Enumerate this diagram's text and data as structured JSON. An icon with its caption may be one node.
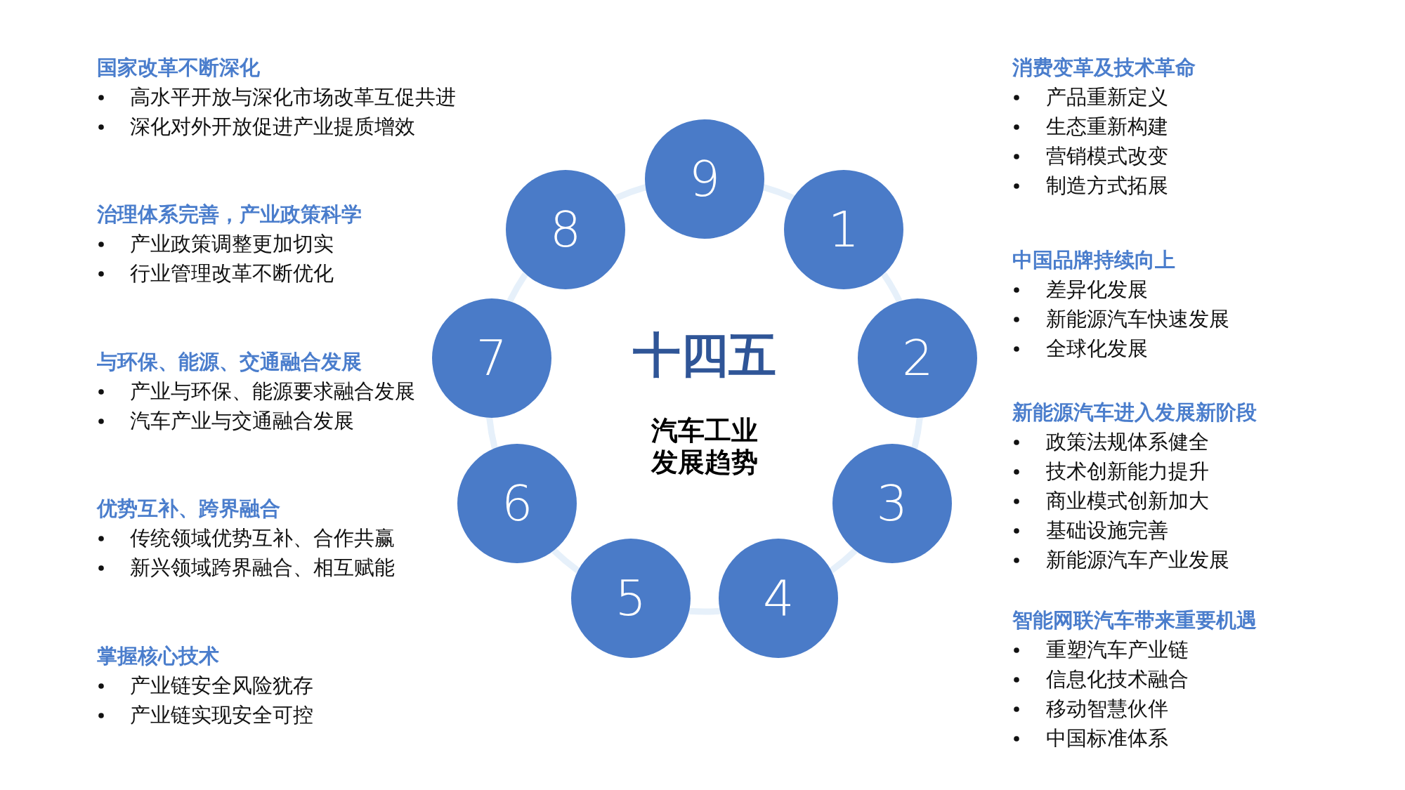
{
  "diagram": {
    "nodes": [
      {
        "text": [
          "1"
        ]
      },
      {
        "text": [
          "2"
        ]
      },
      {
        "text": [
          "3"
        ]
      },
      {
        "text": [
          "4"
        ]
      },
      {
        "text": [
          "5"
        ]
      },
      {
        "text": [
          "6"
        ]
      },
      {
        "text": [
          "7"
        ]
      },
      {
        "text": [
          "8"
        ]
      },
      {
        "text": [
          "9"
        ]
      }
    ],
    "edges": [
      {
        "from": 8,
        "to": 0,
        "arrow": "none"
      },
      {
        "from": 0,
        "to": 1,
        "arrow": "none"
      },
      {
        "from": 1,
        "to": 2,
        "arrow": "none"
      },
      {
        "from": 2,
        "to": 3,
        "arrow": "none"
      },
      {
        "from": 3,
        "to": 4,
        "arrow": "none"
      },
      {
        "from": 4,
        "to": 5,
        "arrow": "none"
      },
      {
        "from": 5,
        "to": 6,
        "arrow": "none"
      },
      {
        "from": 6,
        "to": 7,
        "arrow": "none"
      },
      {
        "from": 7,
        "to": 8,
        "arrow": "none"
      }
    ],
    "labels": [
      "国家改革不断深化",
      "高水平开放与深化市场改革互促共进",
      "深化对外开放促进产业提质增效",
      "治理体系完善，产业政策科学",
      "产业政策调整更加切实",
      "行业管理改革不断优化",
      "与环保、能源、交通融合发展",
      "产业与环保、能源要求融合发展",
      "汽车产业与交通融合发展",
      "优势互补、跨界融合",
      "传统领域优势互补、合作共赢",
      "新兴领域跨界融合、相互赋能",
      "掌握核心技术",
      "产业链安全风险犹存",
      "产业链实现安全可控",
      "十四五",
      "汽车工业发展趋势",
      "消费变革及技术革命",
      "产品重新定义",
      "生态重新构建",
      "营销模式改变",
      "制造方式拓展",
      "中国品牌持续向上",
      "差异化发展",
      "新能源汽车快速发展",
      "全球化发展",
      "新能源汽车进入发展新阶段",
      "政策法规体系健全",
      "技术创新能力提升",
      "商业模式创新加大",
      "基础设施完善",
      "新能源汽车产业发展",
      "智能网联汽车带来重要机遇",
      "重塑汽车产业链",
      "信息化技术融合",
      "移动智慧伙伴",
      "中国标准体系"
    ]
  }
}
